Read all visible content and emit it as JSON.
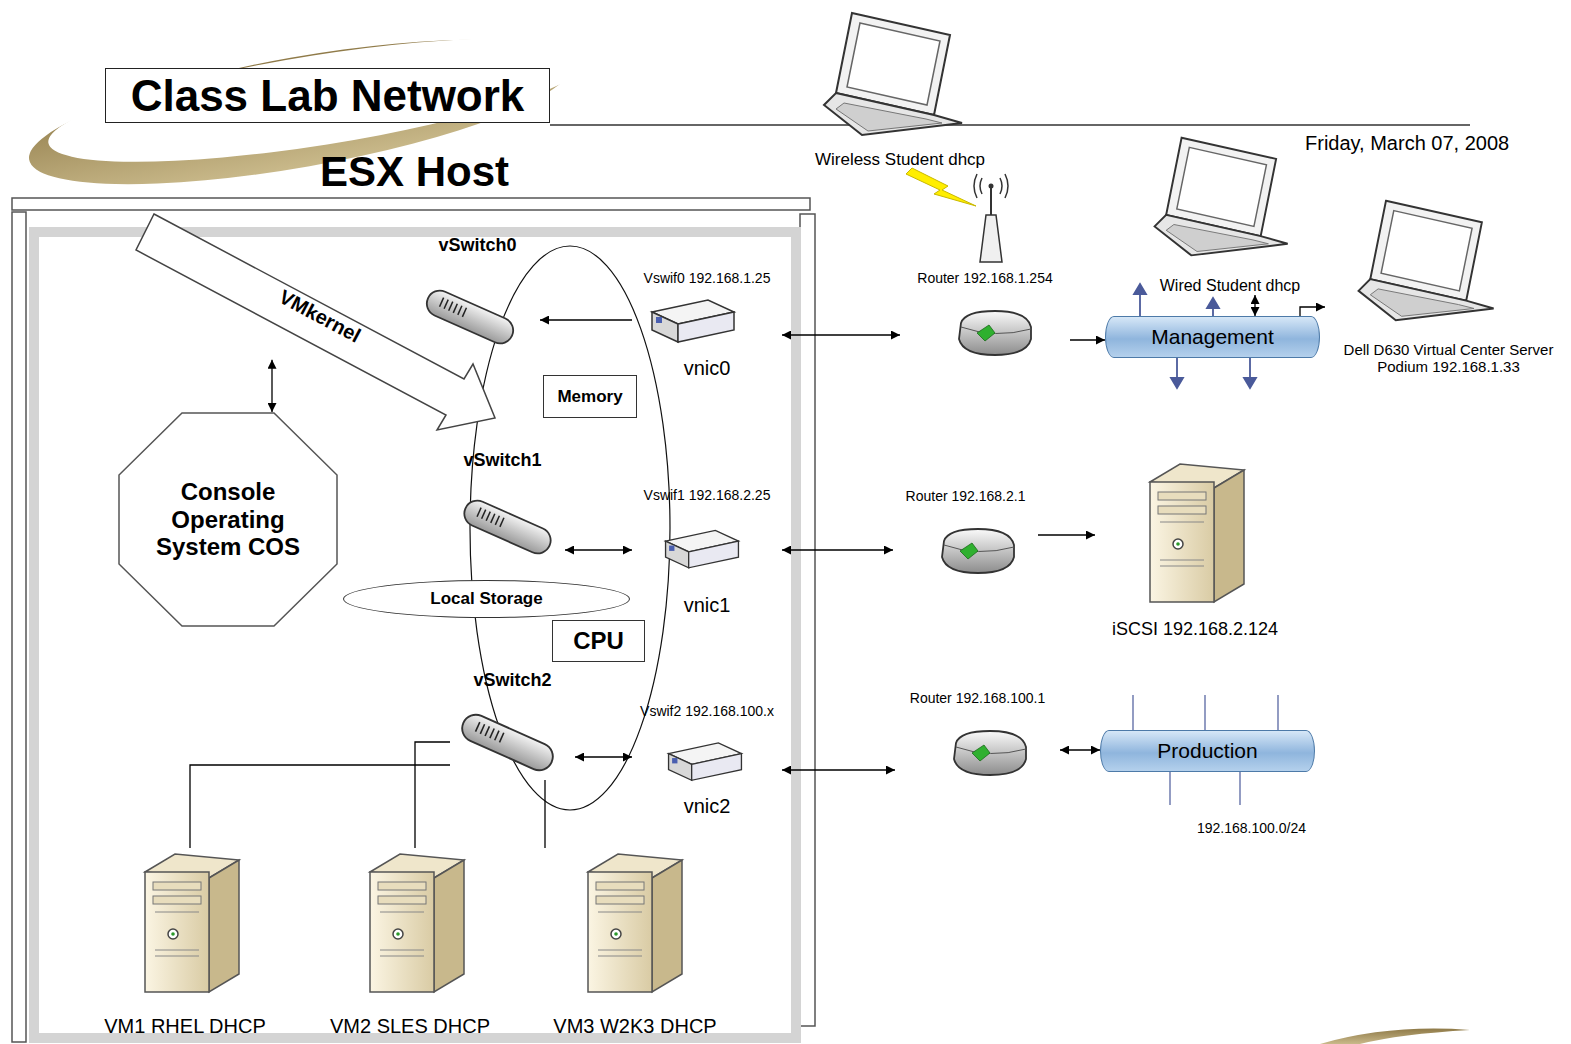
{
  "diagram": {
    "title": "Class Lab Network",
    "nodes": [
      {
        "text": [
          "ESX Host"
        ]
      },
      {
        "text": [
          "Console Operating System COS"
        ],
        "in": 0
      },
      {
        "text": [
          "VMkernel"
        ],
        "in": 0
      },
      {
        "text": [
          "Memory"
        ],
        "in": 0
      },
      {
        "text": [
          "Local Storage"
        ],
        "in": 0
      },
      {
        "text": [
          "CPU"
        ],
        "in": 0
      },
      {
        "text": [
          "vSwitch0"
        ],
        "in": 0
      },
      {
        "text": [
          "Vswif0 192.168.1.25",
          "vnic0"
        ],
        "in": 0
      },
      {
        "text": [
          "vSwitch1"
        ],
        "in": 0
      },
      {
        "text": [
          "Vswif1 192.168.2.25",
          "vnic1"
        ],
        "in": 0
      },
      {
        "text": [
          "vSwitch2"
        ],
        "in": 0
      },
      {
        "text": [
          "Vswif2 192.168.100.x",
          "vnic2"
        ],
        "in": 0
      },
      {
        "text": [
          "VM1 RHEL DHCP"
        ],
        "in": 0
      },
      {
        "text": [
          "VM2 SLES DHCP"
        ],
        "in": 0
      },
      {
        "text": [
          "VM3 W2K3 DHCP"
        ],
        "in": 0
      },
      {
        "text": [
          "Wireless Student dhcp"
        ]
      },
      {
        "text": [
          "Router 192.168.1.254"
        ]
      },
      {
        "text": [
          "Management"
        ]
      },
      {
        "text": [
          "Wired Student dhcp"
        ]
      },
      {
        "text": [
          "Dell D630 Virtual Center Server Podium 192.168.1.33"
        ]
      },
      {
        "text": [
          "Router 192.168.2.1"
        ]
      },
      {
        "text": [
          "iSCSI 192.168.2.124"
        ]
      },
      {
        "text": [
          "Router 192.168.100.1"
        ]
      },
      {
        "text": [
          "Production"
        ]
      }
    ],
    "edges": [
      {
        "from": 2,
        "to": 1,
        "arrow": "both"
      },
      {
        "from": 7,
        "to": 6,
        "arrow": "to"
      },
      {
        "from": 7,
        "to": 16,
        "arrow": "both"
      },
      {
        "from": 16,
        "to": 17,
        "arrow": "to"
      },
      {
        "from": 18,
        "to": 17,
        "arrow": "both"
      },
      {
        "from": 17,
        "to": 19,
        "arrow": "to"
      },
      {
        "from": 9,
        "to": 8,
        "arrow": "both"
      },
      {
        "from": 9,
        "to": 20,
        "arrow": "both"
      },
      {
        "from": 20,
        "to": 21,
        "arrow": "to"
      },
      {
        "from": 11,
        "to": 10,
        "arrow": "both"
      },
      {
        "from": 11,
        "to": 22,
        "arrow": "both"
      },
      {
        "from": 22,
        "to": 23,
        "arrow": "both"
      },
      {
        "from": 12,
        "to": 10,
        "arrow": "none"
      },
      {
        "from": 13,
        "to": 10,
        "arrow": "none"
      },
      {
        "from": 14,
        "to": 10,
        "arrow": "none"
      }
    ],
    "labels": [
      "Friday, March 07, 2008",
      "192.168.100.0/24"
    ]
  }
}
